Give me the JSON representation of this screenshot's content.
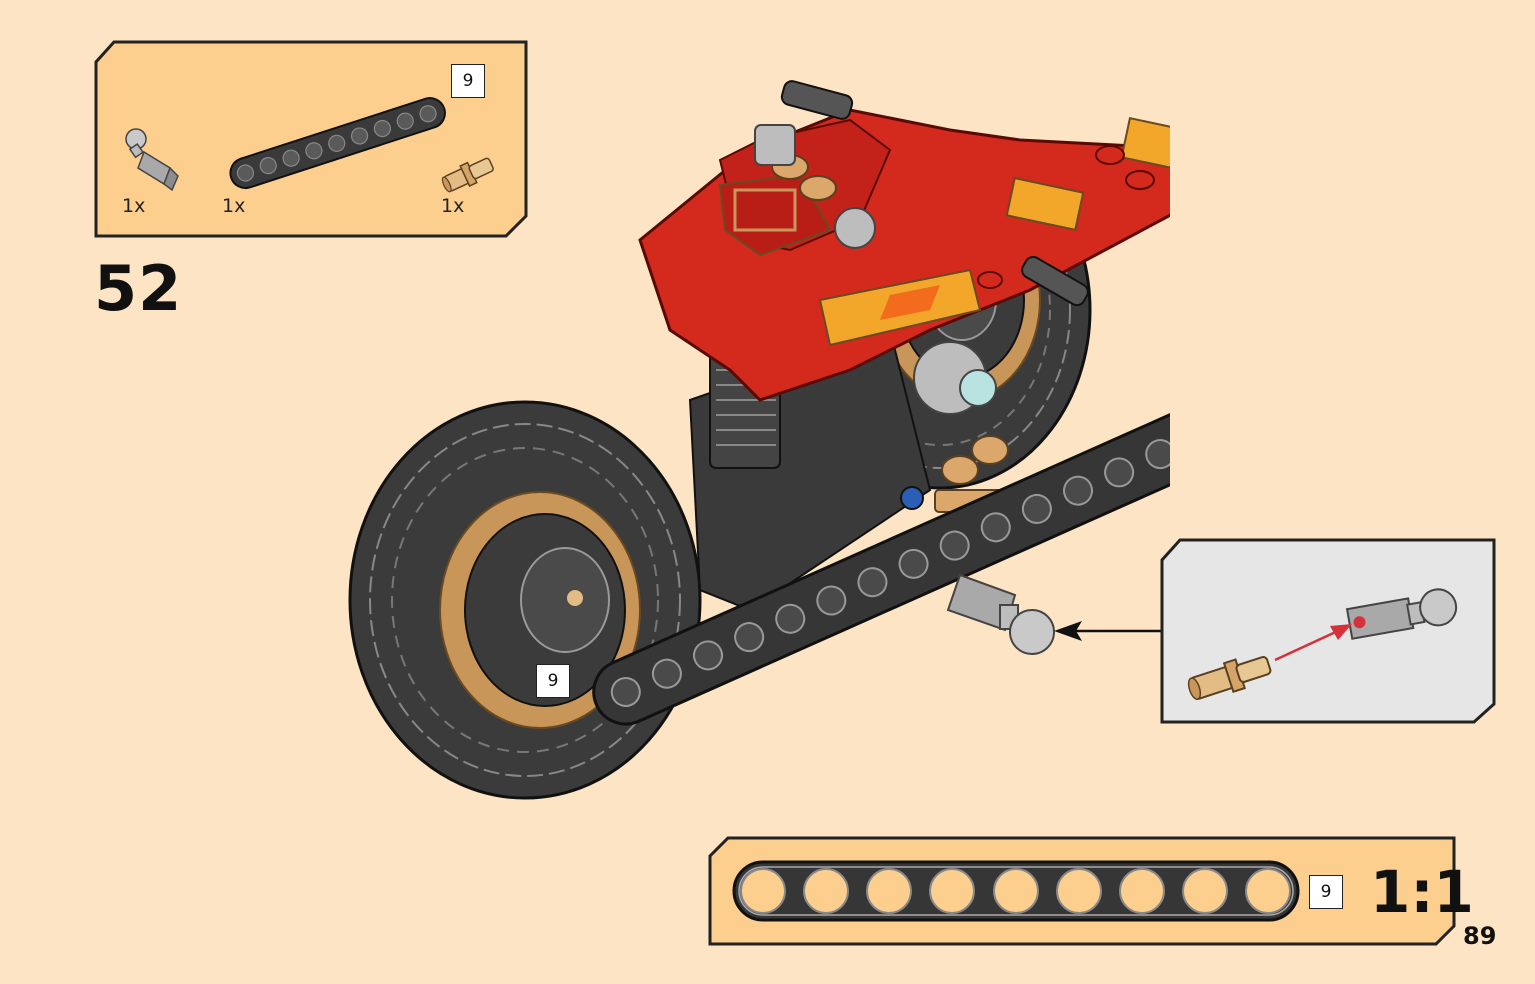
{
  "parts_box": {
    "items": [
      {
        "icon": "gray-ball-connector-icon",
        "qty": "1x"
      },
      {
        "icon": "black-technic-beam-9-icon",
        "qty": "1x",
        "length_badge": "9"
      },
      {
        "icon": "tan-friction-pin-icon",
        "qty": "1x"
      }
    ]
  },
  "step": {
    "number": "52"
  },
  "model": {
    "beam_badge": "9"
  },
  "callout": {
    "description_icon": "pin-into-connector-icon"
  },
  "scale_box": {
    "beam_badge": "9",
    "scale_label": "1:1",
    "holes": 9
  },
  "page": {
    "number": "89"
  },
  "colors": {
    "background": "#fde4c4",
    "box_fill": "#fccf8f",
    "callout_fill": "#e6e6e6",
    "beam_black": "#333333",
    "brick_red": "#d42a1d",
    "tan": "#dba76a",
    "arrow_red": "#d6303a"
  }
}
